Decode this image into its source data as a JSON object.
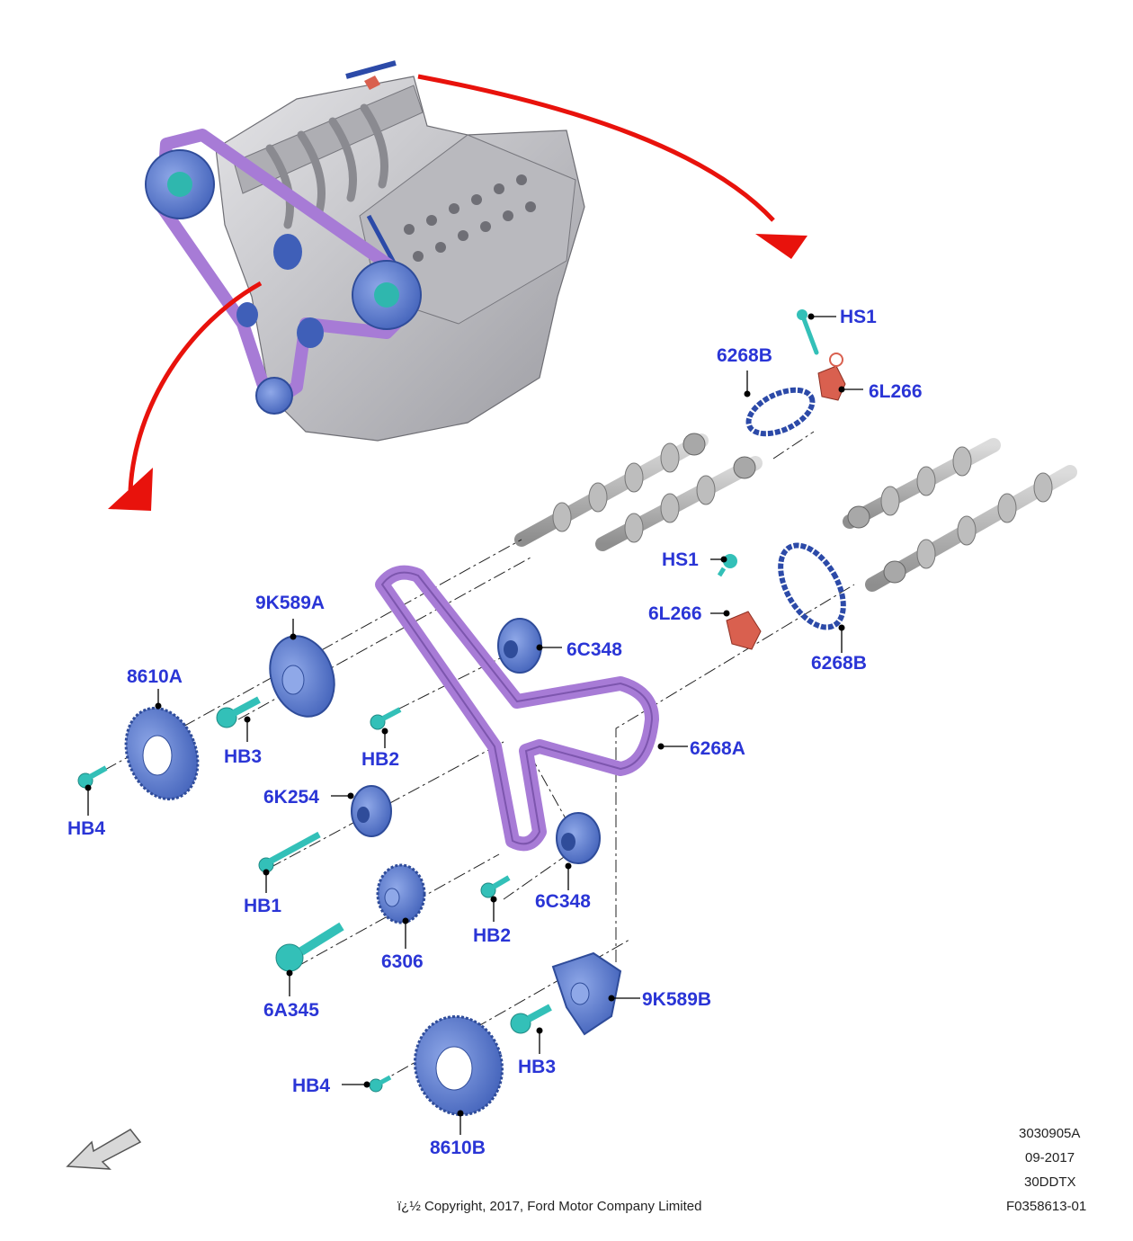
{
  "colors": {
    "callout_text": "#2a35d6",
    "belt": "#a77bd6",
    "sprocket": "#5b7fcf",
    "bolt": "#33c0b8",
    "tensioner": "#d9604f",
    "arrow": "#e8120c",
    "engine": "#c8c8cc",
    "chain": "#2c4aa8"
  },
  "callouts": {
    "hs1_top": "HS1",
    "c6268b_top": "6268B",
    "c6l266_top": "6L266",
    "hs1_mid": "HS1",
    "c6l266_mid": "6L266",
    "c6268b_mid": "6268B",
    "c9k589a": "9K589A",
    "c8610a": "8610A",
    "c6c348_top": "6C348",
    "hb3_top": "HB3",
    "hb2_top": "HB2",
    "c6268a": "6268A",
    "hb4_top": "HB4",
    "c6k254": "6K254",
    "hb1": "HB1",
    "c6c348_bottom": "6C348",
    "hb2_bottom": "HB2",
    "c6306": "6306",
    "c6a345": "6A345",
    "c9k589b": "9K589B",
    "hb3_bottom": "HB3",
    "hb4_bottom": "HB4",
    "c8610b": "8610B"
  },
  "footer": {
    "ref_code": "3030905A",
    "date": "09-2017",
    "engine_code": "30DDTX",
    "figure_id": "F0358613-01",
    "copyright": "ï¿½ Copyright, 2017, Ford Motor Company Limited"
  }
}
